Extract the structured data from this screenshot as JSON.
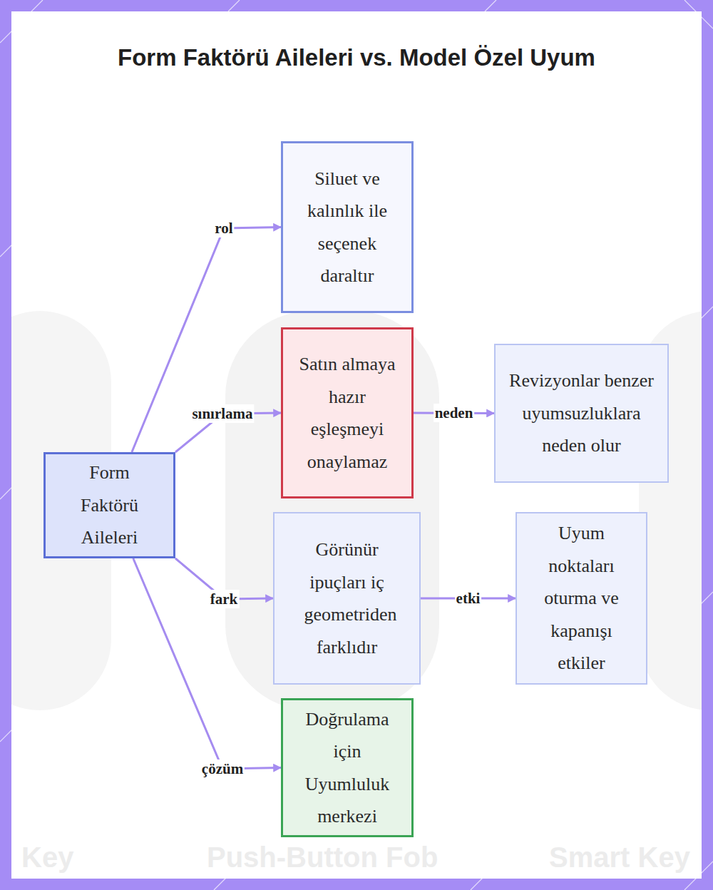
{
  "diagram": {
    "title": "Form Faktörü Aileleri vs. Model Özel Uyum",
    "nodes": [
      {
        "text": [
          "Form Faktörü Aileleri"
        ]
      },
      {
        "text": [
          "Siluet ve kalınlık ile seçenek daraltır"
        ]
      },
      {
        "text": [
          "Satın almaya hazır eşleşmeyi onaylamaz"
        ]
      },
      {
        "text": [
          "Revizyonlar benzer uyumsuzluklara neden olur"
        ]
      },
      {
        "text": [
          "Görünür ipuçları iç geometriden farklıdır"
        ]
      },
      {
        "text": [
          "Uyum noktaları oturma ve kapanışı etkiler"
        ]
      },
      {
        "text": [
          "Doğrulama için Uyumluluk merkezi"
        ]
      }
    ],
    "edges": [
      {
        "from": 0,
        "to": 1,
        "label": "rol",
        "arrow": "to"
      },
      {
        "from": 0,
        "to": 2,
        "label": "sınırlama",
        "arrow": "to"
      },
      {
        "from": 2,
        "to": 3,
        "label": "neden",
        "arrow": "to"
      },
      {
        "from": 0,
        "to": 4,
        "label": "fark",
        "arrow": "to"
      },
      {
        "from": 4,
        "to": 5,
        "label": "etki",
        "arrow": "to"
      },
      {
        "from": 0,
        "to": 6,
        "label": "çözüm",
        "arrow": "to"
      }
    ],
    "labels": [
      "Key",
      "Push-Button Fob",
      "Smart Key"
    ]
  }
}
